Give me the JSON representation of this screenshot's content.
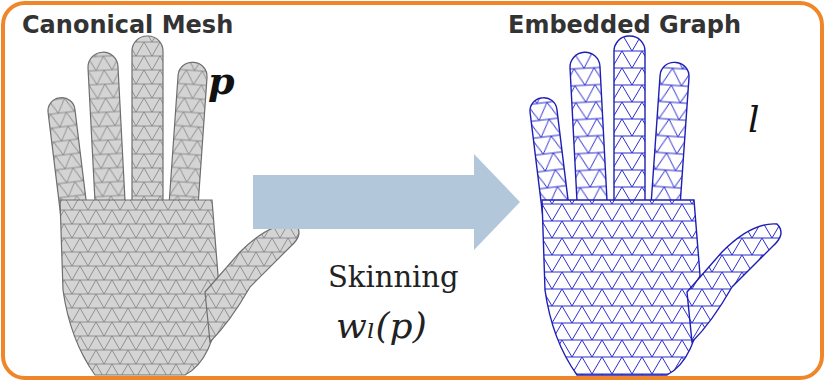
{
  "diagram": {
    "nodes": [
      {
        "text": [
          "Canonical Mesh",
          "p"
        ]
      },
      {
        "text": [
          "Embedded Graph",
          "l"
        ]
      }
    ],
    "edges": [
      {
        "from": 0,
        "to": 1,
        "arrow": "to",
        "label": "Skinning"
      }
    ],
    "labels": [
      "wₗ(p)"
    ]
  }
}
